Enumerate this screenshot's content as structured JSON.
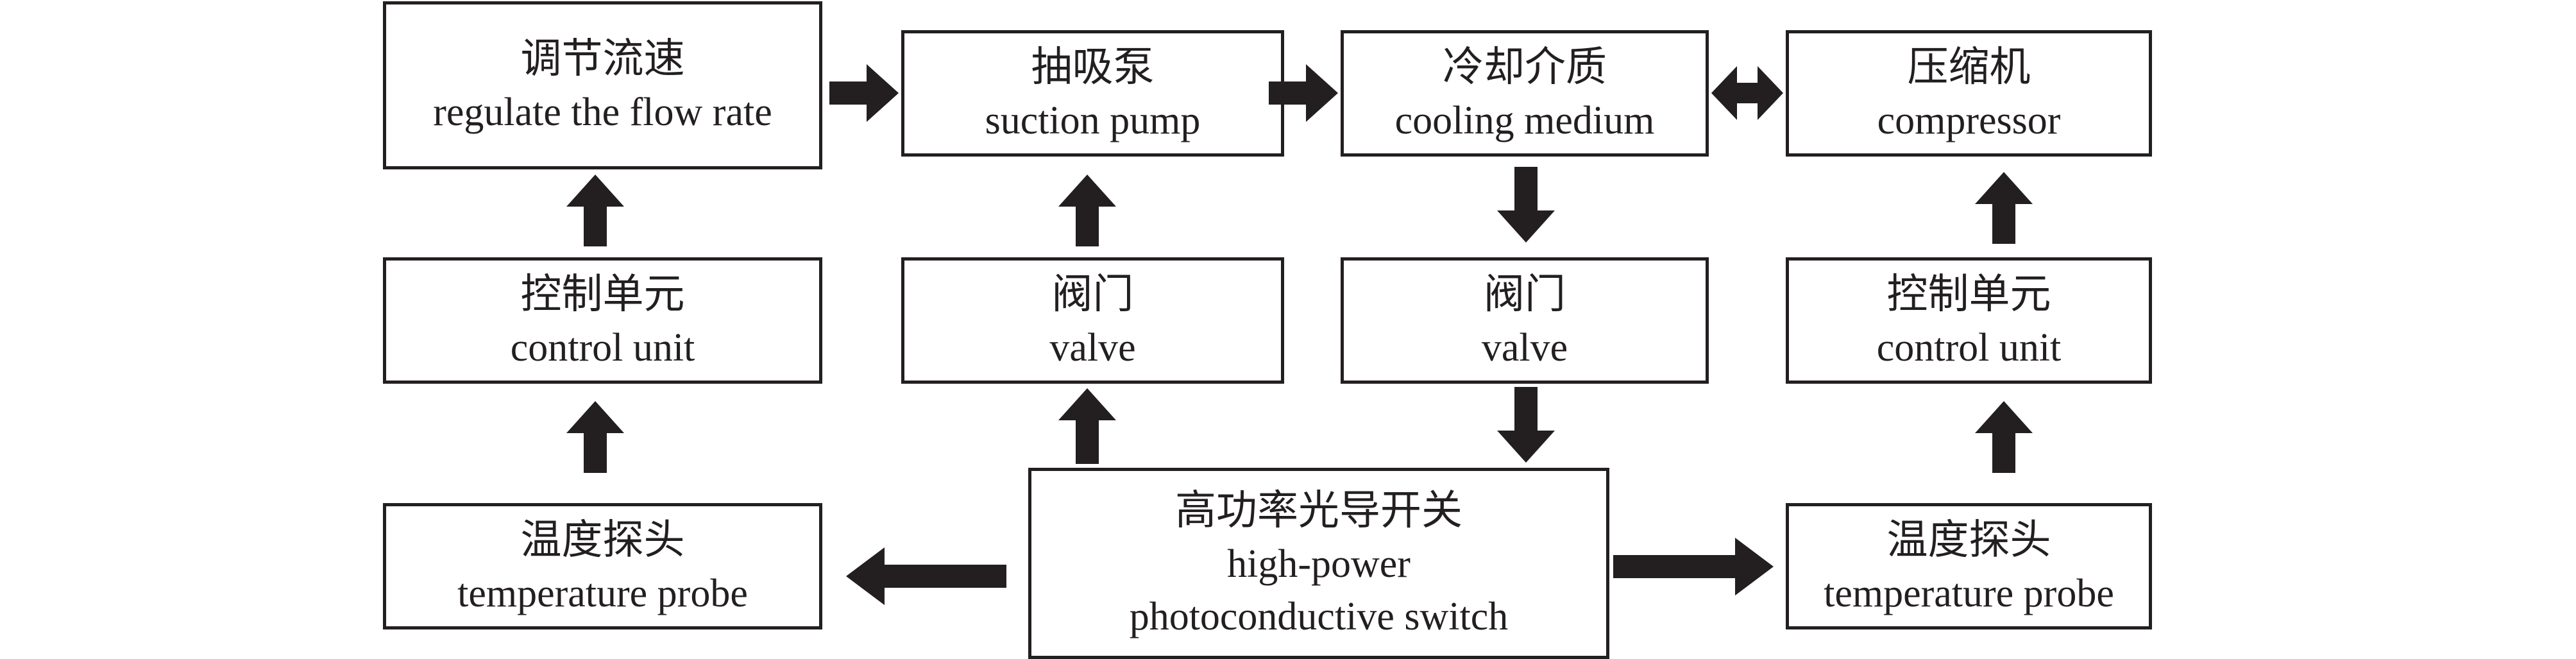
{
  "colors": {
    "stroke": "#231f20",
    "background": "#ffffff"
  },
  "nodes": {
    "regulate_flow": {
      "zh": "调节流速",
      "en": "regulate the flow rate"
    },
    "suction_pump": {
      "zh": "抽吸泵",
      "en": "suction pump"
    },
    "cooling_medium": {
      "zh": "冷却介质",
      "en": "cooling medium"
    },
    "compressor": {
      "zh": "压缩机",
      "en": "compressor"
    },
    "control_unit_left": {
      "zh": "控制单元",
      "en": "control unit"
    },
    "valve_left": {
      "zh": "阀门",
      "en": "valve"
    },
    "valve_right": {
      "zh": "阀门",
      "en": "valve"
    },
    "control_unit_right": {
      "zh": "控制单元",
      "en": "control unit"
    },
    "temp_probe_left": {
      "zh": "温度探头",
      "en": "temperature probe"
    },
    "pcss": {
      "zh": "高功率光导开关",
      "en_line1": "high-power",
      "en_line2": "photoconductive switch"
    },
    "temp_probe_right": {
      "zh": "温度探头",
      "en": "temperature probe"
    }
  },
  "connections": [
    {
      "from": "regulate_flow",
      "to": "suction_pump"
    },
    {
      "from": "suction_pump",
      "to": "cooling_medium"
    },
    {
      "from": "cooling_medium",
      "to": "compressor",
      "bidirectional": true
    },
    {
      "from": "cooling_medium",
      "to": "valve_right"
    },
    {
      "from": "valve_right",
      "to": "pcss"
    },
    {
      "from": "pcss",
      "to": "valve_left"
    },
    {
      "from": "valve_left",
      "to": "suction_pump"
    },
    {
      "from": "pcss",
      "to": "temp_probe_left"
    },
    {
      "from": "pcss",
      "to": "temp_probe_right"
    },
    {
      "from": "temp_probe_left",
      "to": "control_unit_left"
    },
    {
      "from": "control_unit_left",
      "to": "regulate_flow"
    },
    {
      "from": "temp_probe_right",
      "to": "control_unit_right"
    },
    {
      "from": "control_unit_right",
      "to": "compressor"
    }
  ]
}
